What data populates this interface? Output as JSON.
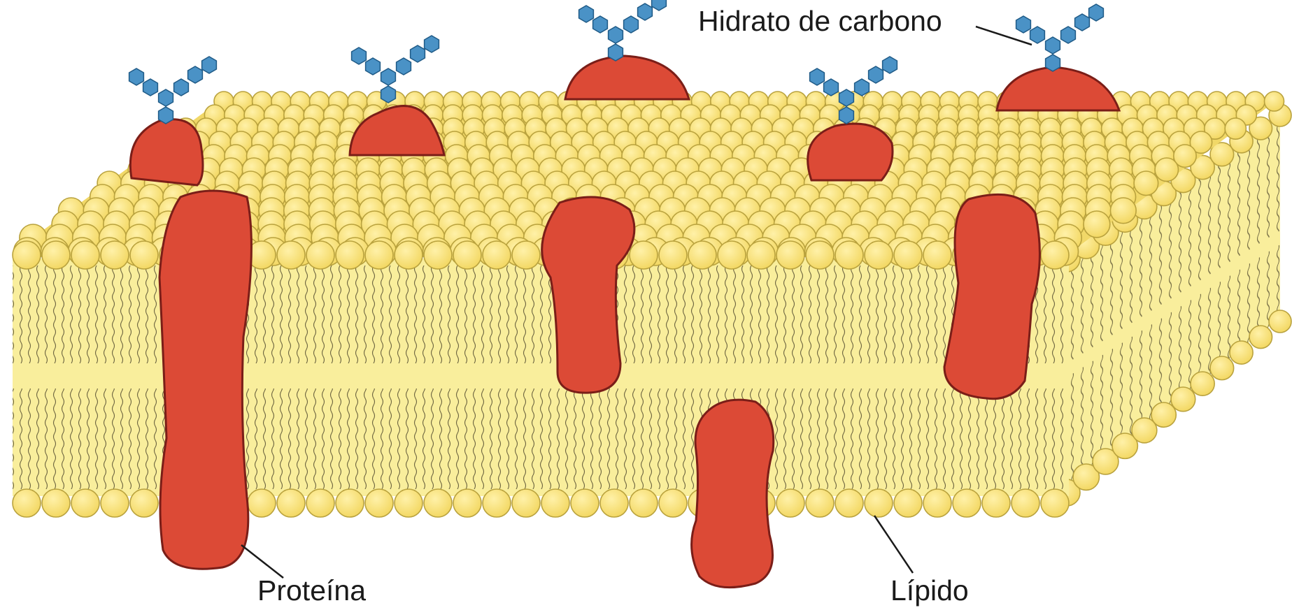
{
  "labels": {
    "carbohydrate": "Hidrato de carbono",
    "protein": "Proteína",
    "lipid": "Lípido"
  },
  "colors": {
    "background": "#ffffff",
    "lipid_head": "#f6df78",
    "lipid_head_outline": "#b9a23e",
    "lipid_tail": "#f9ee9c",
    "tail_stroke": "#5a5233",
    "protein": "#dc4a36",
    "protein_outline": "#7a1e18",
    "carbohydrate": "#4a92c6",
    "carbohydrate_outline": "#1f5a86"
  },
  "icons": {
    "lipid": "phospholipid-circle",
    "carbohydrate": "hexagon-chain-icon",
    "protein": "protein-blob"
  }
}
